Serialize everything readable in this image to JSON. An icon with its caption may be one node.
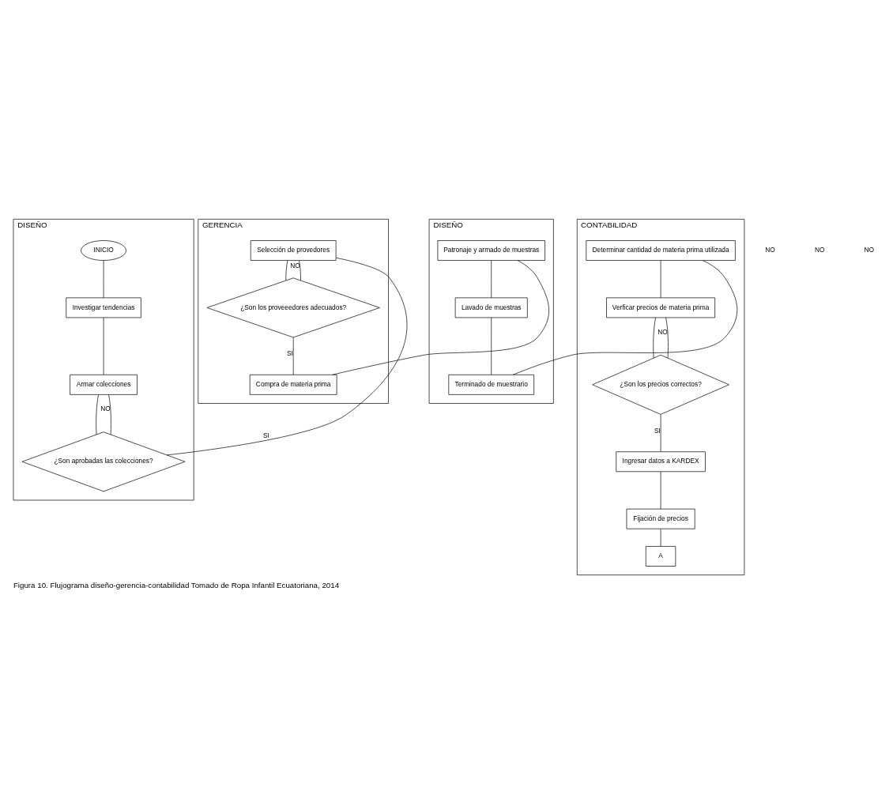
{
  "diagram": {
    "caption": "Figura 10. Flujograma diseño-gerencia-contabilidad Tomado de Ropa Infantil Ecuatoriana, 2014",
    "nodes": [
      {
        "text": [
          "DISEÑO"
        ]
      },
      {
        "text": [
          "INICIO"
        ],
        "in": 0
      },
      {
        "text": [
          "Investigar tendencias"
        ],
        "in": 0
      },
      {
        "text": [
          "Armar colecciones"
        ],
        "in": 0
      },
      {
        "text": [
          "¿Son aprobadas las colecciones?"
        ],
        "in": 0
      },
      {
        "text": [
          "GERENCIA"
        ]
      },
      {
        "text": [
          "Selección de provedores"
        ],
        "in": 5
      },
      {
        "text": [
          "¿Son los proveeedores adecuados?"
        ],
        "in": 5
      },
      {
        "text": [
          "Compra de materia prima"
        ],
        "in": 5
      },
      {
        "text": [
          "DISEÑO"
        ]
      },
      {
        "text": [
          "Patronaje y armado de muestras"
        ],
        "in": 9
      },
      {
        "text": [
          "Lavado de muestras"
        ],
        "in": 9
      },
      {
        "text": [
          "Terminado de muestrario"
        ],
        "in": 9
      },
      {
        "text": [
          "CONTABILIDAD"
        ]
      },
      {
        "text": [
          "Determinar cantidad de materia prima utilizada"
        ],
        "in": 13
      },
      {
        "text": [
          "Verficar precios de materia prima"
        ],
        "in": 13
      },
      {
        "text": [
          "¿Son los precios correctos?"
        ],
        "in": 13
      },
      {
        "text": [
          "Ingresar datos a KARDEX"
        ],
        "in": 13
      },
      {
        "text": [
          "Fijación de precios"
        ],
        "in": 13
      },
      {
        "text": [
          "A"
        ],
        "in": 13
      }
    ],
    "edges": [
      {
        "from": 1,
        "to": 2,
        "arrow": "none"
      },
      {
        "from": 2,
        "to": 3,
        "arrow": "none"
      },
      {
        "from": 3,
        "to": 4,
        "arrow": "none"
      },
      {
        "from": 4,
        "to": 3,
        "arrow": "none",
        "label": "NO"
      },
      {
        "from": 4,
        "to": 6,
        "arrow": "none",
        "label": "SI"
      },
      {
        "from": 6,
        "to": 7,
        "arrow": "none"
      },
      {
        "from": 7,
        "to": 6,
        "arrow": "none",
        "label": "NO"
      },
      {
        "from": 7,
        "to": 8,
        "arrow": "none",
        "label": "SI"
      },
      {
        "from": 8,
        "to": 10,
        "arrow": "none"
      },
      {
        "from": 10,
        "to": 11,
        "arrow": "none"
      },
      {
        "from": 11,
        "to": 12,
        "arrow": "none"
      },
      {
        "from": 12,
        "to": 14,
        "arrow": "none"
      },
      {
        "from": 14,
        "to": 15,
        "arrow": "none"
      },
      {
        "from": 15,
        "to": 16,
        "arrow": "none"
      },
      {
        "from": 16,
        "to": 15,
        "arrow": "none",
        "label": "NO"
      },
      {
        "from": 16,
        "to": 17,
        "arrow": "none",
        "label": "SI"
      },
      {
        "from": 17,
        "to": 18,
        "arrow": "none"
      },
      {
        "from": 18,
        "to": 19,
        "arrow": "none"
      }
    ],
    "labels": [
      "NO",
      "NO",
      "NO"
    ]
  }
}
